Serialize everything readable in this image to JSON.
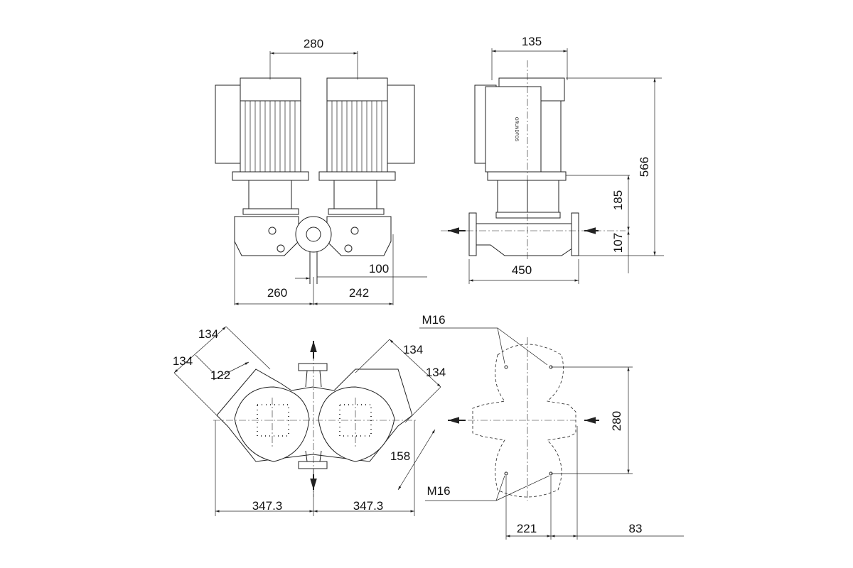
{
  "drawing": {
    "front_view": {
      "motor_spacing": "280",
      "left_width": "260",
      "right_width": "242",
      "offset": "100"
    },
    "side_view": {
      "motor_depth": "135",
      "total_height": "566",
      "shaft_height": "185",
      "base_height": "107",
      "port_length": "450",
      "logo_text": "GRUNDFOS"
    },
    "top_view": {
      "diag_a": "134",
      "diag_b": "134",
      "diag_c": "122",
      "diag_d": "134",
      "diag_e": "134",
      "diag_f": "158",
      "half_width_left": "347.3",
      "half_width_right": "347.3"
    },
    "foundation_view": {
      "bolt_top": "M16",
      "bolt_bottom": "M16",
      "bolt_spacing": "280",
      "bolt_width": "221",
      "edge_offset": "83"
    },
    "colors": {
      "line": "#222222",
      "background": "#ffffff"
    }
  }
}
